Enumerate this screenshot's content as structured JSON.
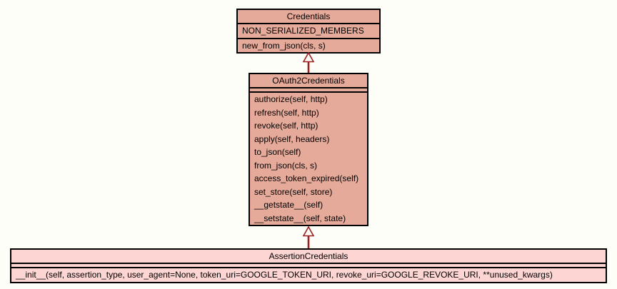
{
  "diagram": {
    "kind": "uml-class-inheritance-diagram",
    "colors": {
      "background": "#fdfef8",
      "class_fill_dark": "#e6aa9a",
      "class_fill_light": "#fdd5d3",
      "box_border": "#000000",
      "edge": "#9c1f1f",
      "text": "#000000"
    },
    "classes": [
      {
        "name": "Credentials",
        "fill": "#e6aa9a",
        "attributes": [
          "NON_SERIALIZED_MEMBERS"
        ],
        "methods": [
          "new_from_json(cls, s)"
        ]
      },
      {
        "name": "OAuth2Credentials",
        "fill": "#e6aa9a",
        "attributes": [],
        "methods": [
          "authorize(self, http)",
          "refresh(self, http)",
          "revoke(self, http)",
          "apply(self, headers)",
          "to_json(self)",
          "from_json(cls, s)",
          "access_token_expired(self)",
          "set_store(self, store)",
          "__getstate__(self)",
          "__setstate__(self, state)"
        ]
      },
      {
        "name": "AssertionCredentials",
        "fill": "#fdd5d3",
        "attributes": [],
        "methods": [
          "__init__(self, assertion_type, user_agent=None, token_uri=GOOGLE_TOKEN_URI, revoke_uri=GOOGLE_REVOKE_URI, **unused_kwargs)"
        ]
      }
    ],
    "relations": [
      {
        "type": "generalization",
        "from": "OAuth2Credentials",
        "to": "Credentials"
      },
      {
        "type": "generalization",
        "from": "AssertionCredentials",
        "to": "OAuth2Credentials"
      }
    ]
  }
}
